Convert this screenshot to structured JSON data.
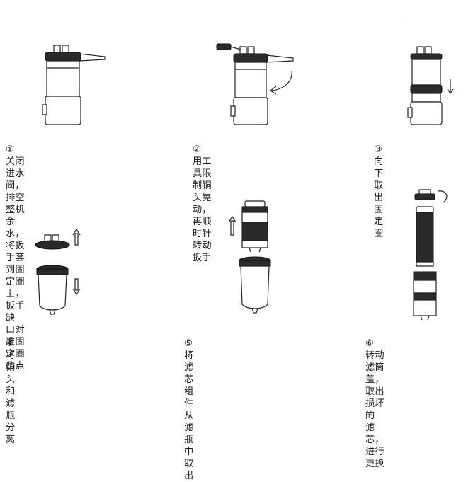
{
  "steps": [
    {
      "number": "①",
      "text": "关闭进水阀，排空整机余水，\n将扳手套到固定圈上，扳手缺\n口对准固定圈凸点"
    },
    {
      "number": "②",
      "text": "用工具限制铜头晃动，\n再顺时针转动扳手"
    },
    {
      "number": "③",
      "text": "向下取出固定圈"
    },
    {
      "number": "④",
      "text": "将铜头和滤瓶分离"
    },
    {
      "number": "⑤",
      "text": "将滤芯组件从滤瓶中取出"
    },
    {
      "number": "⑥",
      "text": "转动滤筒盖，取出损坏的\n滤芯，进行更换"
    }
  ],
  "colors": {
    "line": "#222222",
    "dark": "#2a2a2a",
    "text": "#1a1a1a"
  }
}
